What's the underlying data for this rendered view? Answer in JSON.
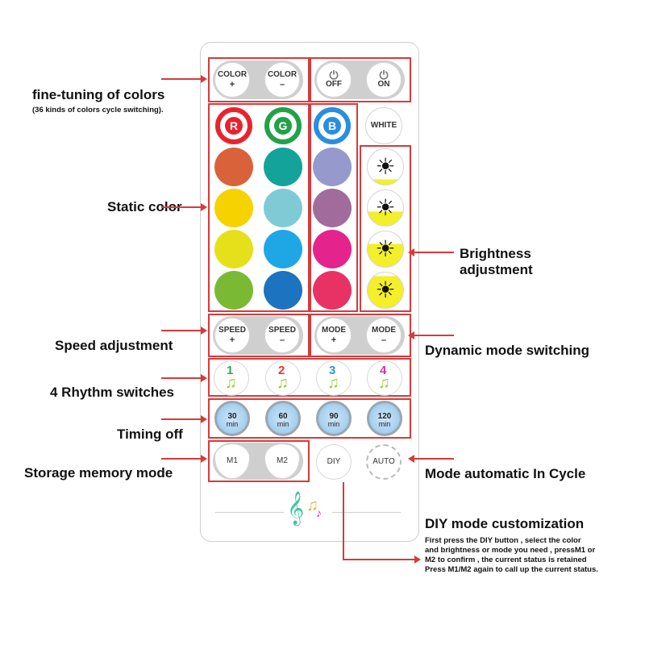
{
  "remote": {
    "color_plus_label": "COLOR",
    "color_minus_label": "COLOR",
    "plus_sign": "+",
    "minus_sign": "–",
    "off_label": "OFF",
    "on_label": "ON",
    "rgb_buttons": [
      {
        "label": "R",
        "color": "#e8232e"
      },
      {
        "label": "G",
        "color": "#22a14a"
      },
      {
        "label": "B",
        "color": "#2a8ee0"
      }
    ],
    "white_label": "WHITE",
    "static_colors": [
      [
        "#d9623a",
        "#13a39a",
        "#9599cc"
      ],
      [
        "#f6d200",
        "#7fcbd5",
        "#a16c9c"
      ],
      [
        "#e6e01a",
        "#1fa6e4",
        "#e4238d"
      ],
      [
        "#79b934",
        "#1c73c0",
        "#e83265"
      ]
    ],
    "brightness_levels": [
      0.15,
      0.4,
      0.65,
      0.9
    ],
    "speed_plus_label": "SPEED",
    "speed_minus_label": "SPEED",
    "mode_plus_label": "MODE",
    "mode_minus_label": "MODE",
    "rhythms": [
      {
        "num": "1",
        "color": "#2fa84f"
      },
      {
        "num": "2",
        "color": "#e03a2f"
      },
      {
        "num": "3",
        "color": "#2a9ad6"
      },
      {
        "num": "4",
        "color": "#d6339a"
      }
    ],
    "timers": [
      {
        "value": "30",
        "unit": "min"
      },
      {
        "value": "60",
        "unit": "min"
      },
      {
        "value": "90",
        "unit": "min"
      },
      {
        "value": "120",
        "unit": "min"
      }
    ],
    "m1_label": "M1",
    "m2_label": "M2",
    "diy_label": "DIY",
    "auto_label": "AUTO"
  },
  "annotations": {
    "fine_tuning": "fine-tuning of colors",
    "fine_tuning_sub": "(36 kinds of colors cycle switching).",
    "static_color": "Static color",
    "brightness_1": "Brightness",
    "brightness_2": "adjustment",
    "speed": "Speed adjustment",
    "dynamic": "Dynamic mode switching",
    "rhythm": "4 Rhythm switches",
    "timing": "Timing off",
    "storage": "Storage memory mode",
    "auto_cycle": "Mode automatic  In  Cycle",
    "diy_title": "DIY mode customization",
    "diy_desc": [
      "First press the DIY button , select  the color",
      "and brightness or mode you need , pressM1 or",
      "M2 to confirm , the current status is retained",
      "Press M1/M2 again to call up the current status."
    ]
  },
  "colors": {
    "accent_red": "#d83a3a",
    "sun_yellow": "#f3ef2a"
  }
}
